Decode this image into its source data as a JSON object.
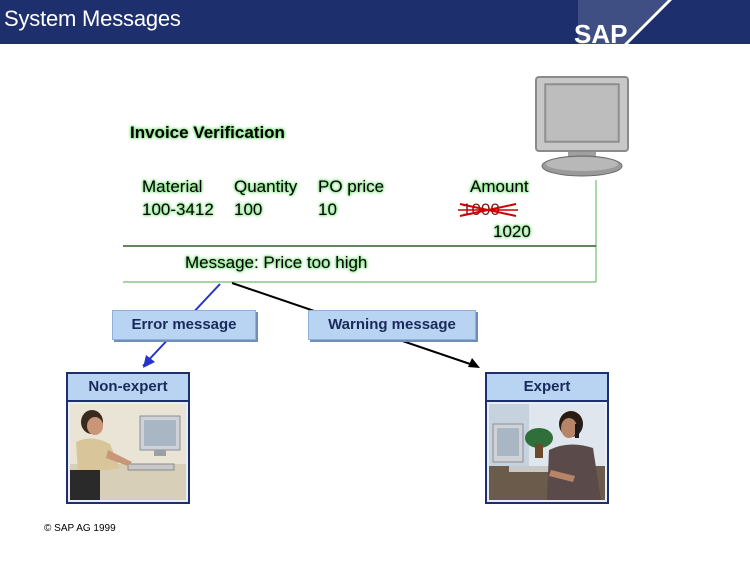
{
  "header": {
    "title": "System Messages",
    "logo_text": "SAP"
  },
  "form": {
    "title": "Invoice Verification",
    "columns": [
      "Material",
      "Quantity",
      "PO price",
      "Amount"
    ],
    "row": {
      "material": "100-3412",
      "quantity": "100",
      "po_price": "10",
      "amount_old": "1000",
      "amount_new": "1020"
    },
    "message": "Message: Price too high"
  },
  "paths": {
    "error_label": "Error message",
    "warning_label": "Warning message"
  },
  "users": {
    "nonexpert_label": "Non-expert",
    "expert_label": "Expert"
  },
  "footer": {
    "copyright": "© SAP AG 1999"
  },
  "colors": {
    "header_bg": "#1e2f6e",
    "label_bg": "#b9d4f2",
    "error_arrow": "#2433c8",
    "warning_arrow": "#000000",
    "highlight": "#7fe07f",
    "strike": "#cc0000"
  }
}
